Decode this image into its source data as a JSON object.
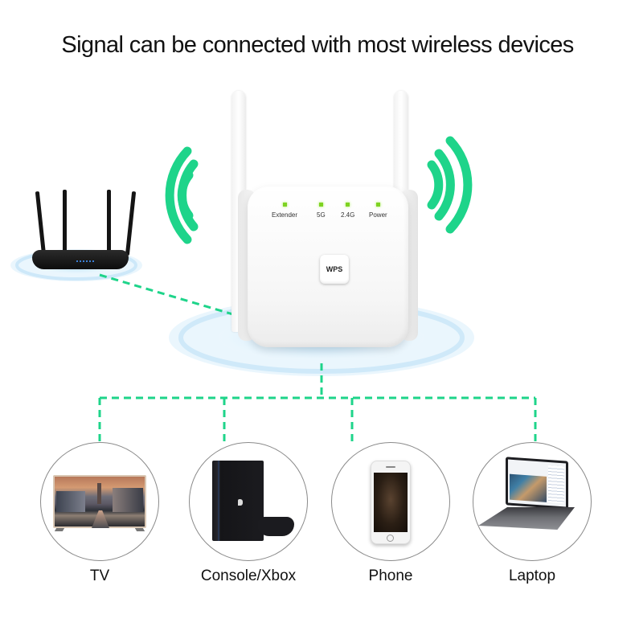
{
  "headline": "Signal can be connected with most wireless devices",
  "colors": {
    "accent_green": "#1ed48a",
    "led_green": "#7ed321",
    "ripple_blue": "#bfe3f8",
    "text": "#111111",
    "circle_border": "#8a8a8a"
  },
  "extender": {
    "indicators": [
      {
        "label": "Extender",
        "state": "on"
      },
      {
        "label": "5G",
        "state": "on"
      },
      {
        "label": "2.4G",
        "state": "on"
      },
      {
        "label": "Power",
        "state": "on"
      }
    ],
    "wps_label": "WPS"
  },
  "router": {
    "name": "router-icon"
  },
  "signal_icons": [
    "wifi-waves-left-icon",
    "wifi-waves-right-icon"
  ],
  "devices": [
    {
      "label": "TV",
      "icon": "tv-icon"
    },
    {
      "label": "Console/Xbox",
      "icon": "game-console-icon"
    },
    {
      "label": "Phone",
      "icon": "smartphone-icon"
    },
    {
      "label": "Laptop",
      "icon": "laptop-icon"
    }
  ]
}
